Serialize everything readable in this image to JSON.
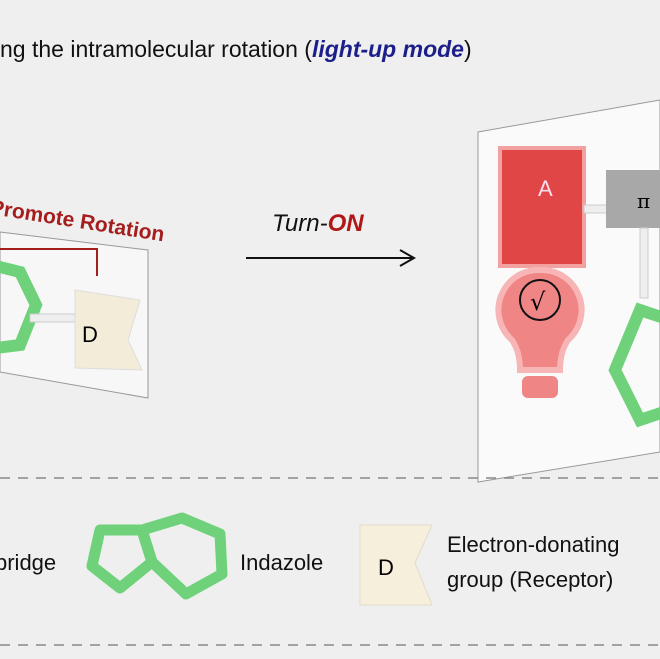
{
  "title": {
    "prefix": "ng the intramolecular rotation (",
    "highlight": "light-up mode",
    "suffix": ")"
  },
  "left_panel": {
    "label": "Promote Rotation",
    "donor": "D"
  },
  "arrow": {
    "prefix": "Turn-",
    "emph": "ON"
  },
  "right_panel": {
    "acceptor": "A",
    "bridge": "π",
    "bulb": "√"
  },
  "legend": {
    "bridge": "bridge",
    "indazole": "Indazole",
    "donor": "D",
    "donor_line1": "Electron-donating",
    "donor_line2": "group (Receptor)"
  },
  "colors": {
    "red": "#e04646",
    "green": "#6fd27a",
    "navy": "#1c1f8a",
    "dark_red": "#a51d1d"
  }
}
